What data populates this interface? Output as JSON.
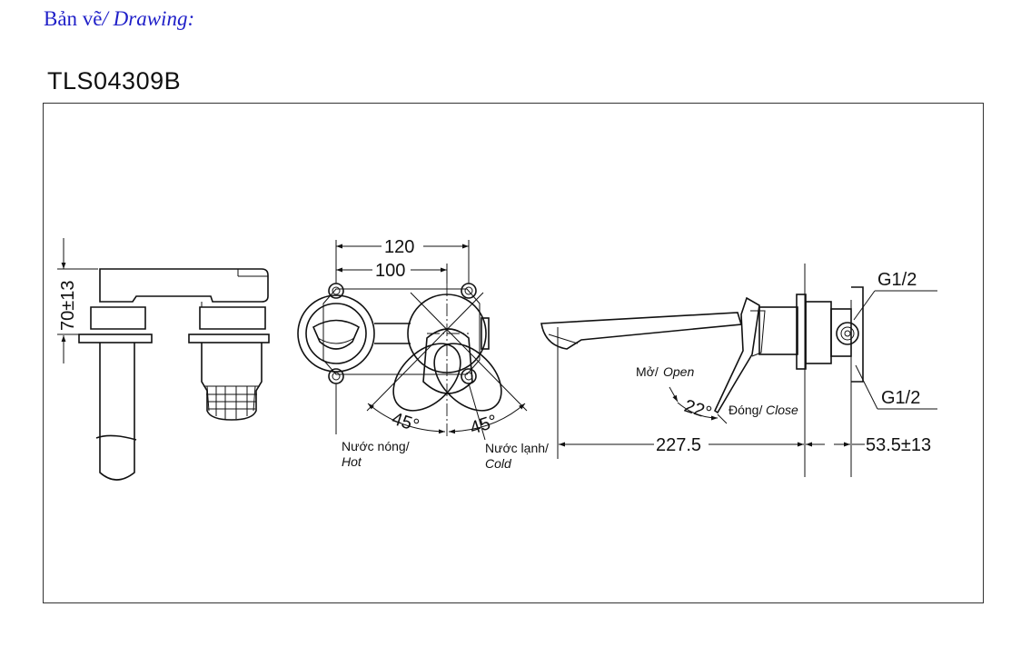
{
  "header": {
    "title_vi": "Bản vẽ",
    "title_en": "/ Drawing:"
  },
  "model_code": "TLS04309B",
  "labels": {
    "dim_height": "70±13",
    "dim_120": "120",
    "dim_100": "100",
    "angle_left": "45°",
    "angle_right": "45°",
    "hot_vi": "Nước nóng/",
    "hot_en": "Hot",
    "cold_vi": "Nước lạnh/",
    "cold_en": "Cold",
    "open_vi": "Mở/",
    "open_en": "Open",
    "angle_lever": "22°",
    "close_vi": "Đóng/",
    "close_en": "Close",
    "thread_top": "G1/2",
    "thread_bottom": "G1/2",
    "dim_spout": "227.5",
    "dim_wall": "53.5±13"
  }
}
